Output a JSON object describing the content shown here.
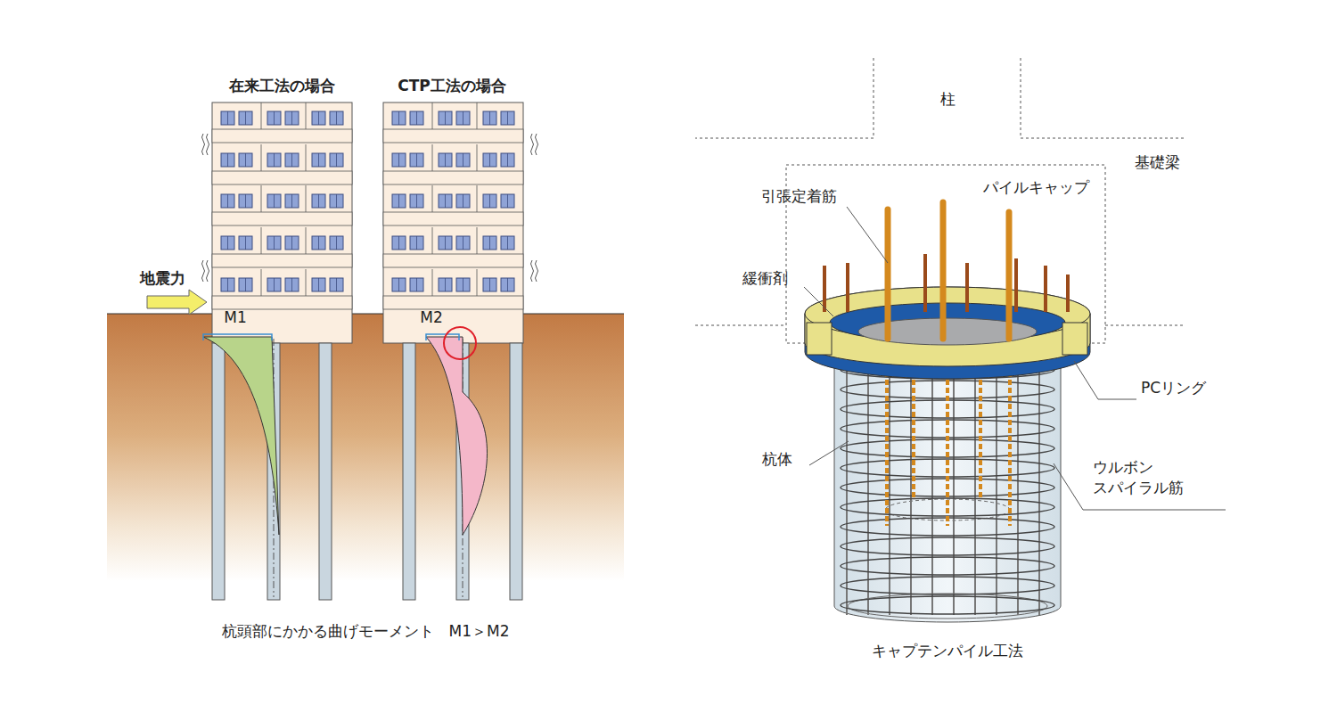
{
  "diagram": {
    "labels": [
      "在来工法の場合",
      "CTP工法の場合",
      "地震力",
      "M1",
      "M2",
      "杭頭部にかかる曲げモーメント　M1＞M2",
      "柱",
      "基礎梁",
      "パイルキャップ",
      "引張定着筋",
      "緩衝剤",
      "PCリング",
      "杭体",
      "ウルボン スパイラル筋",
      "キャプテンパイル工法"
    ]
  }
}
